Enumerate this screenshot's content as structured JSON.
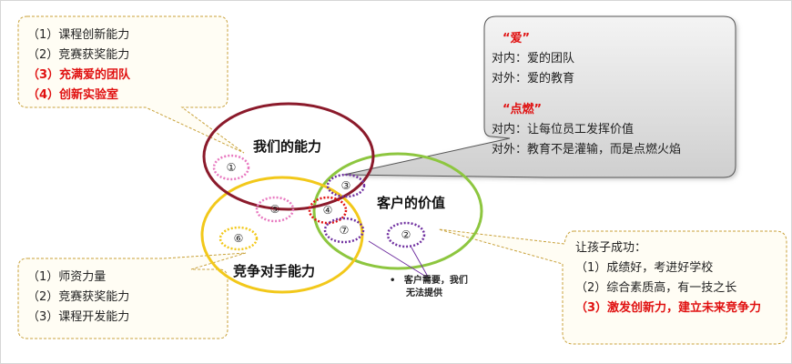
{
  "callout_top_left": {
    "items": [
      {
        "text": "（1）课程创新能力",
        "highlight": false
      },
      {
        "text": "（2）竞赛获奖能力",
        "highlight": false
      },
      {
        "text": "（3）充满爱的团队",
        "highlight": true
      },
      {
        "text": "（4）创新实验室",
        "highlight": true
      }
    ]
  },
  "callout_top_right": {
    "love_title": "“爱”",
    "love_inner": "对内：爱的团队",
    "love_outer": "对外：爱的教育",
    "ignite_title": "“点燃”",
    "ignite_inner": "对内：让每位员工发挥价值",
    "ignite_outer": "对外：教育不是灌输，而是点燃火焰"
  },
  "callout_bottom_left": {
    "items": [
      {
        "text": "（1）师资力量"
      },
      {
        "text": "（2）竞赛获奖能力"
      },
      {
        "text": "（3）课程开发能力"
      }
    ]
  },
  "callout_bottom_right": {
    "heading": "让孩子成功：",
    "items": [
      {
        "text": "（1）成绩好，考进好学校",
        "highlight": false
      },
      {
        "text": "（2）综合素质高，有一技之长",
        "highlight": false
      },
      {
        "text": "（3）激发创新力，建立未来竞争力",
        "highlight": true
      }
    ]
  },
  "circles": {
    "our_ability": "我们的能力",
    "customer_value": "客户的价值",
    "competitor_ability": "竞争对手能力"
  },
  "regions": [
    "①",
    "②",
    "③",
    "④",
    "⑤",
    "⑥",
    "⑦"
  ],
  "note": {
    "bullet": "•",
    "line1": "客户需要，我们",
    "line2": "无法提供"
  },
  "colors": {
    "our_ability": "#8b1a2b",
    "customer_value": "#8dc63f",
    "competitor_ability": "#f2c81a",
    "highlight_red": "#e01010",
    "callout_border": "#c8a13a",
    "dashed_purple": "#7030a0",
    "dashed_pink": "#e879c0",
    "dashed_red": "#e01010",
    "dashed_yellow": "#f2c81a"
  }
}
